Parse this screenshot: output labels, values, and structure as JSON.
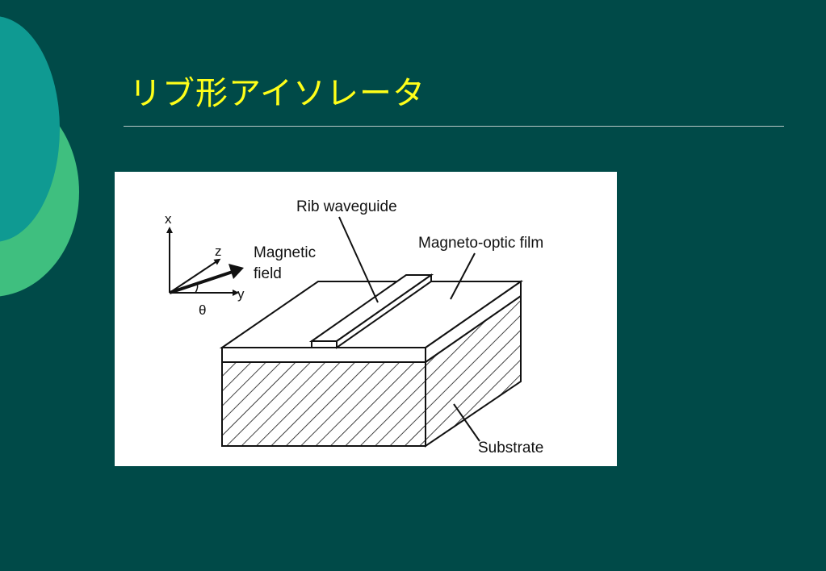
{
  "slide": {
    "title": "リブ形アイソレータ"
  },
  "diagram": {
    "axis_x": "x",
    "axis_y": "y",
    "axis_z": "z",
    "angle": "θ",
    "field_line1": "Magnetic",
    "field_line2": "field",
    "rib_label": "Rib waveguide",
    "film_label": "Magneto-optic film",
    "substrate_label": "Substrate"
  },
  "colors": {
    "background": "#004a48",
    "title": "#ffff19",
    "accent_teal": "#0f9a92",
    "accent_green": "#3fbf7f"
  }
}
